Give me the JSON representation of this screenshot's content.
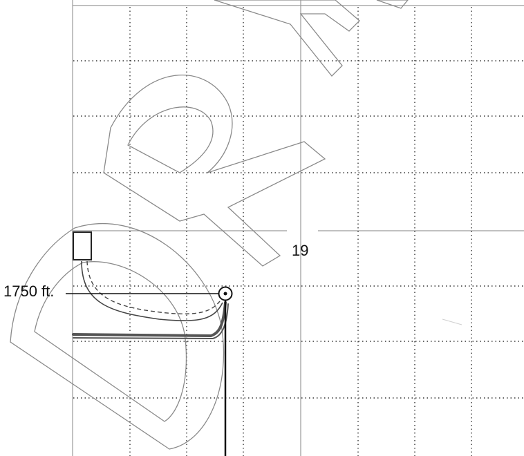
{
  "map": {
    "section_number": "19",
    "footage_label": "1750 ft.",
    "watermark_text": "DRAFT",
    "colors": {
      "background": "#ffffff",
      "grid_solid": "#9a9a9a",
      "grid_dotted": "#333333",
      "well_path": "#444444",
      "casing_line": "#555555",
      "watermark_outline": "#8a8a8a",
      "ink": "#111111"
    }
  }
}
